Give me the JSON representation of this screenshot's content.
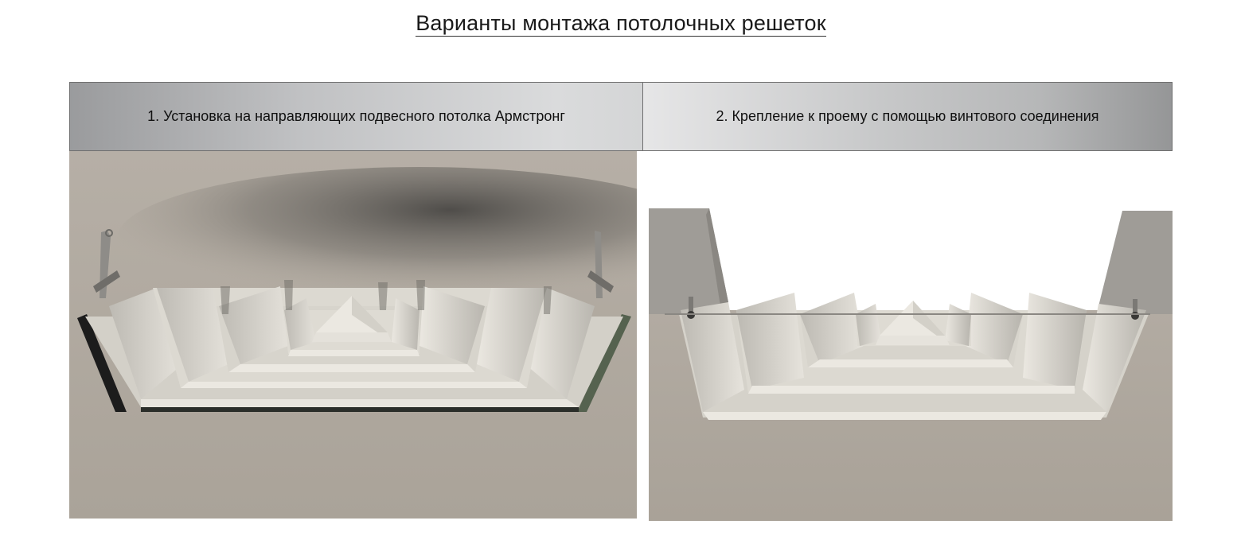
{
  "page": {
    "title": "Варианты монтажа потолочных решеток"
  },
  "options": [
    {
      "label": "1. Установка на направляющих подвесного потолка Армстронг",
      "illustration_icon": "ceiling-grille-armstrong-rail-render"
    },
    {
      "label": "2. Крепление к проему с помощью винтового соединения",
      "illustration_icon": "ceiling-grille-screw-mount-render"
    }
  ],
  "colors": {
    "ceiling": "#aca59c",
    "grille": "#dedbd3",
    "grille_shadow": "#c4c1b9",
    "frame_dark": "#1c1c1c",
    "wall": "#9f9c97"
  }
}
